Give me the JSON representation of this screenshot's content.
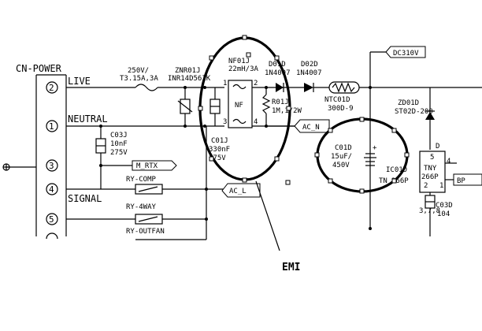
{
  "connector": {
    "title": "CN-POWER",
    "pins": [
      "2",
      "1",
      "3",
      "4",
      "5"
    ]
  },
  "nets": {
    "live": "LIVE",
    "neutral": "NEUTRAL",
    "signal": "SIGNAL"
  },
  "components": {
    "fuse": {
      "rating": "250V/",
      "ref": "T3.15A,3A"
    },
    "varistor": {
      "ref": "ZNR01J",
      "part": "INR14D56IK"
    },
    "filter": {
      "ref": "NF01J",
      "value": "22mH/3A",
      "body": "NF",
      "pins": [
        "1",
        "2",
        "3",
        "4"
      ]
    },
    "cap_c01j": {
      "ref": "C01J",
      "value": "330nF",
      "voltage": "275V"
    },
    "cap_c03j": {
      "ref": "C03J",
      "value": "10nF",
      "voltage": "275V"
    },
    "diode1": {
      "ref": "D01D",
      "part": "1N4007"
    },
    "diode2": {
      "ref": "D02D",
      "part": "1N4007"
    },
    "resistor": {
      "ref": "R01J",
      "value": "1M,1/2W"
    },
    "ntc": {
      "ref": "NTC01D",
      "part": "300D-9"
    },
    "zener": {
      "ref": "ZD01D",
      "part": "ST02D-200"
    },
    "cap_c01d": {
      "ref": "C01D",
      "value": "15uF/",
      "voltage": "450V"
    },
    "ic": {
      "ref": "IC01D",
      "part_line1": "TNY",
      "part_line2": "266P",
      "pin_top": "D",
      "pin_top_num": "5",
      "pin_right": "4",
      "pin_bottom": "1",
      "pin_left": "2",
      "pin_extra": "3,7,8"
    },
    "ic_partial": {
      "text": "TN",
      "suffix": "266P"
    },
    "cap_c03d": {
      "ref": "C03D",
      "value": "104"
    },
    "bp_label": "BP"
  },
  "relays": {
    "comp": "RY-COMP",
    "fourway": "RY-4WAY",
    "outfan": "RY-OUTFAN"
  },
  "tags": {
    "dc310v": "DC310V",
    "m_rtx": "M_RTX",
    "ac_n": "AC_N",
    "ac_l": "AC_L"
  },
  "annotation": {
    "label": "EMI"
  }
}
